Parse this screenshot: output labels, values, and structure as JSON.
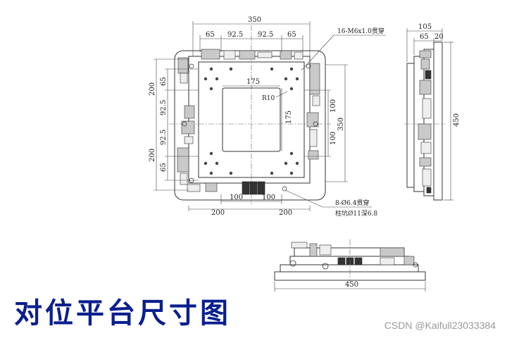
{
  "title": "对位平台尺寸图",
  "watermark": "CSDN @Kaifull23033384",
  "front_view": {
    "dims_top": [
      "350",
      "65",
      "92.5",
      "92.5",
      "65"
    ],
    "dims_left": [
      "200",
      "65",
      "92.5",
      "92.5",
      "200",
      "65"
    ],
    "dims_right": [
      "100",
      "100",
      "350"
    ],
    "dims_bottom": [
      "100",
      "100",
      "200",
      "200"
    ],
    "inner_width": "175",
    "inner_height": "175",
    "corner_radius": "R10",
    "note_tapped_holes": "16-M6x1.0贯穿",
    "note_counterbore_line1": "8-Ø6.4贯穿",
    "note_counterbore_line2": "柱坑Ø11深6.8"
  },
  "side_view": {
    "dims": [
      "105",
      "65",
      "20",
      "450"
    ]
  },
  "bottom_view": {
    "dims": [
      "450"
    ]
  }
}
